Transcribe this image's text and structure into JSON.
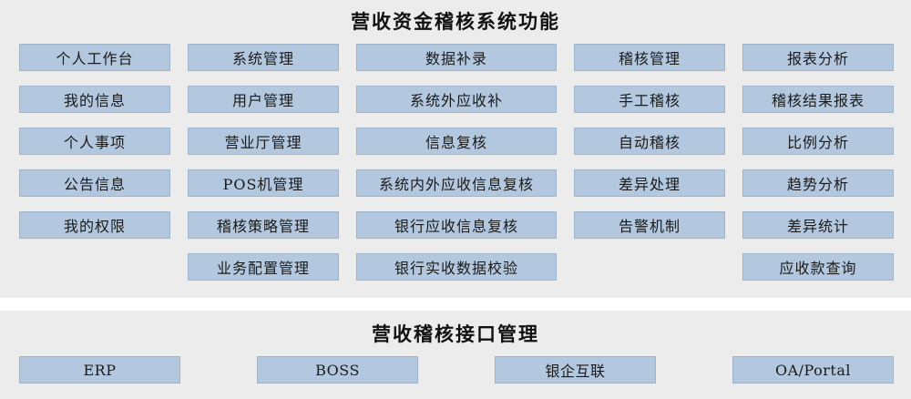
{
  "main_section": {
    "title": "营收资金稽核系统功能",
    "columns": [
      [
        "个人工作台",
        "我的信息",
        "个人事项",
        "公告信息",
        "我的权限"
      ],
      [
        "系统管理",
        "用户管理",
        "营业厅管理",
        "POS机管理",
        "稽核策略管理",
        "业务配置管理"
      ],
      [
        "数据补录",
        "系统外应收补",
        "信息复核",
        "系统内外应收信息复核",
        "银行应收信息复核",
        "银行实收数据校验"
      ],
      [
        "稽核管理",
        "手工稽核",
        "自动稽核",
        "差异处理",
        "告警机制"
      ],
      [
        "报表分析",
        "稽核结果报表",
        "比例分析",
        "趋势分析",
        "差异统计",
        "应收款查询"
      ]
    ]
  },
  "interface_section": {
    "title": "营收稽核接口管理",
    "items": [
      "ERP",
      "BOSS",
      "银企互联",
      "OA/Portal"
    ]
  },
  "colors": {
    "box_fill": "#b3c8de",
    "panel_bg": "#ececec"
  }
}
